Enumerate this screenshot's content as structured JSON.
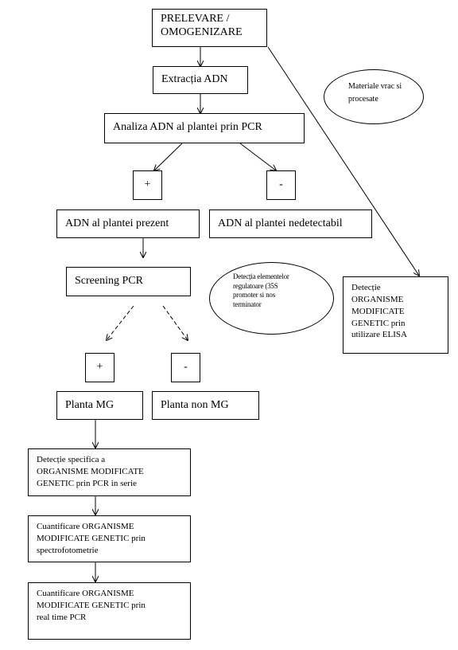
{
  "nodes": {
    "prelevare": "PRELEVARE /\nOMOGENIZARE",
    "extractia": "Extracția ADN",
    "analiza": "Analiza  ADN al plantei prin PCR",
    "plus1": "+",
    "minus1": "-",
    "adn_prezent": "ADN al plantei prezent",
    "adn_nedetectabil": "ADN al plantei nedetectabil",
    "screening": "Screening PCR",
    "plus2": "+",
    "minus2": "-",
    "planta_mg": "Planta MG",
    "planta_non_mg": "Planta non MG",
    "detectie_specifica": "Detecție specifica a\nORGANISME MODIFICATE\nGENETIC prin PCR in serie",
    "cuantificare_spectro": "Cuantificare ORGANISME\nMODIFICATE GENETIC prin\nspectrofotometrie",
    "cuantificare_rtpcr": "Cuantificare ORGANISME\nMODIFICATE GENETIC prin\nreal time PCR",
    "detectie_elisa": "Detecție\nORGANISME\nMODIFICATE\nGENETIC prin\nutilizare ELISA"
  },
  "notes": {
    "materiale": "Materiale vrac si\nprocesate",
    "elemente": "Detecția elementelor\nregulatoare (35S\npromoter si nos\nterminator"
  }
}
